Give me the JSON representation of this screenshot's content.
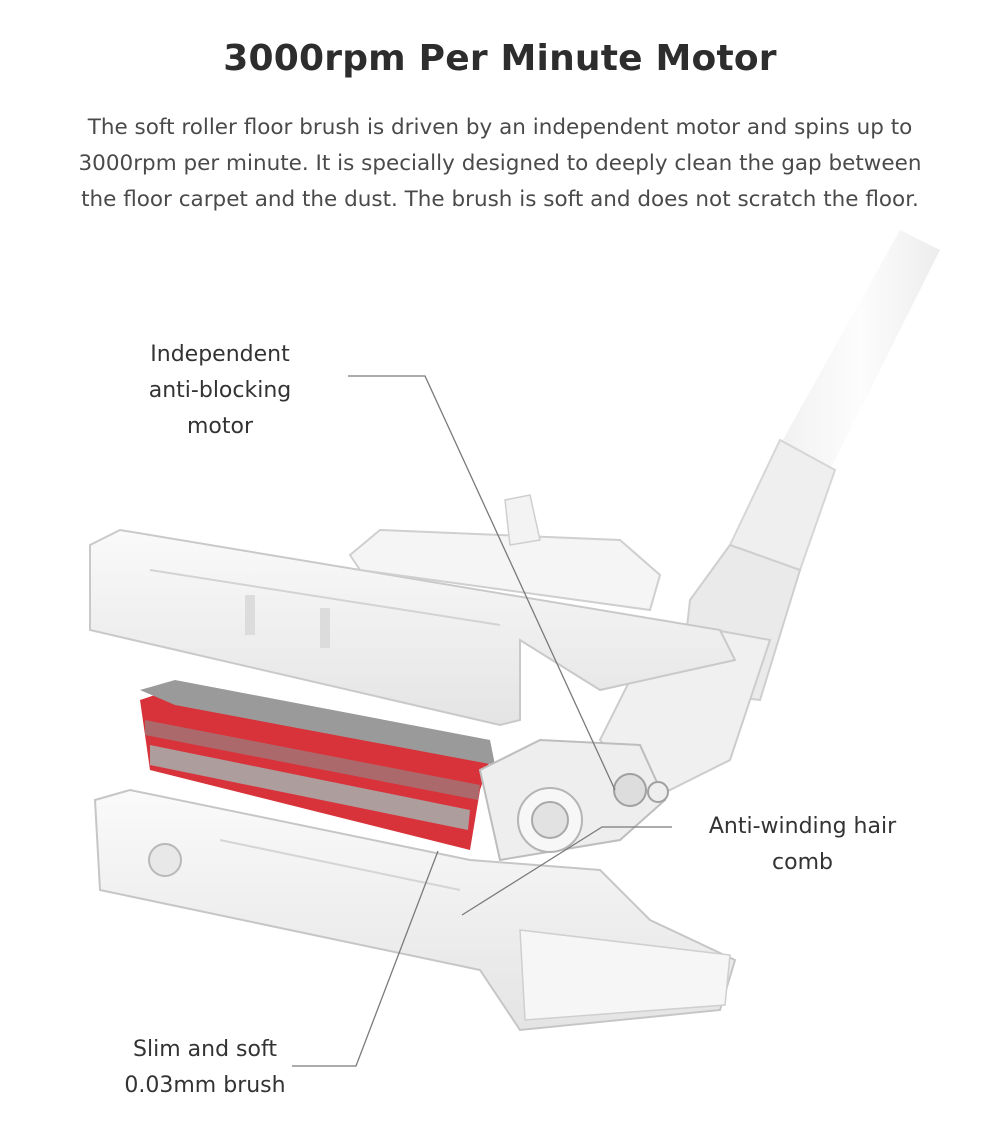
{
  "header": {
    "title": "3000rpm Per Minute Motor",
    "description_lines": [
      "The soft roller floor brush is driven by an independent motor and spins up to",
      "3000rpm per minute. It is specially designed to deeply clean the gap between",
      "the floor carpet and the dust. The brush is soft and does not scratch the floor."
    ]
  },
  "callouts": {
    "motor": [
      "Independent",
      "anti-blocking",
      "motor"
    ],
    "comb": [
      "Anti-winding hair",
      "comb"
    ],
    "brush": [
      "Slim and soft",
      "0.03mm brush"
    ]
  },
  "colors": {
    "shell": "#f2f2f2",
    "shell_edge": "#c9c9c9",
    "roller_red": "#d8333a",
    "roller_gray": "#9a9a9a",
    "leader_line": "#7a7a7a"
  }
}
